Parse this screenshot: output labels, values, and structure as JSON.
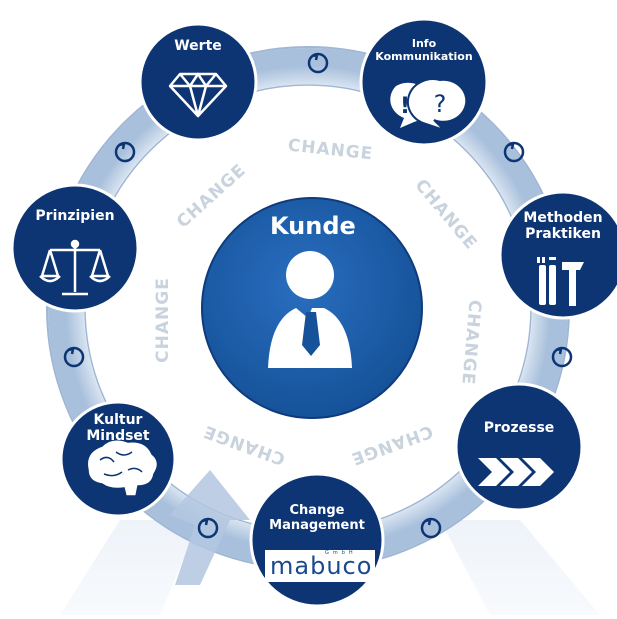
{
  "center": {
    "title": "Kunde",
    "icon": "person-tie-icon"
  },
  "nodes": [
    {
      "id": "werte",
      "label_lines": [
        "Werte"
      ],
      "icon": "diamond-icon"
    },
    {
      "id": "info",
      "label_lines": [
        "Info",
        "Kommunikation"
      ],
      "icon": "speech-bubbles-icon"
    },
    {
      "id": "methoden",
      "label_lines": [
        "Methoden",
        "Praktiken"
      ],
      "icon": "tools-icon"
    },
    {
      "id": "prozesse",
      "label_lines": [
        "Prozesse"
      ],
      "icon": "chevron-arrows-icon"
    },
    {
      "id": "change-management",
      "label_lines": [
        "Change",
        "Management"
      ],
      "icon": "mabuco-logo"
    },
    {
      "id": "kultur",
      "label_lines": [
        "Kultur",
        "Mindset"
      ],
      "icon": "brain-icon"
    },
    {
      "id": "prinzipien",
      "label_lines": [
        "Prinzipien"
      ],
      "icon": "scales-icon"
    }
  ],
  "ring_word": "CHANGE",
  "brand": {
    "name": "mabuco",
    "suffix": "GmbH"
  },
  "colors": {
    "dark_blue": "#0d3473",
    "mid_blue": "#1b5aa6",
    "ring": "#c6d5e8",
    "ring_text": "#c9d3de"
  }
}
